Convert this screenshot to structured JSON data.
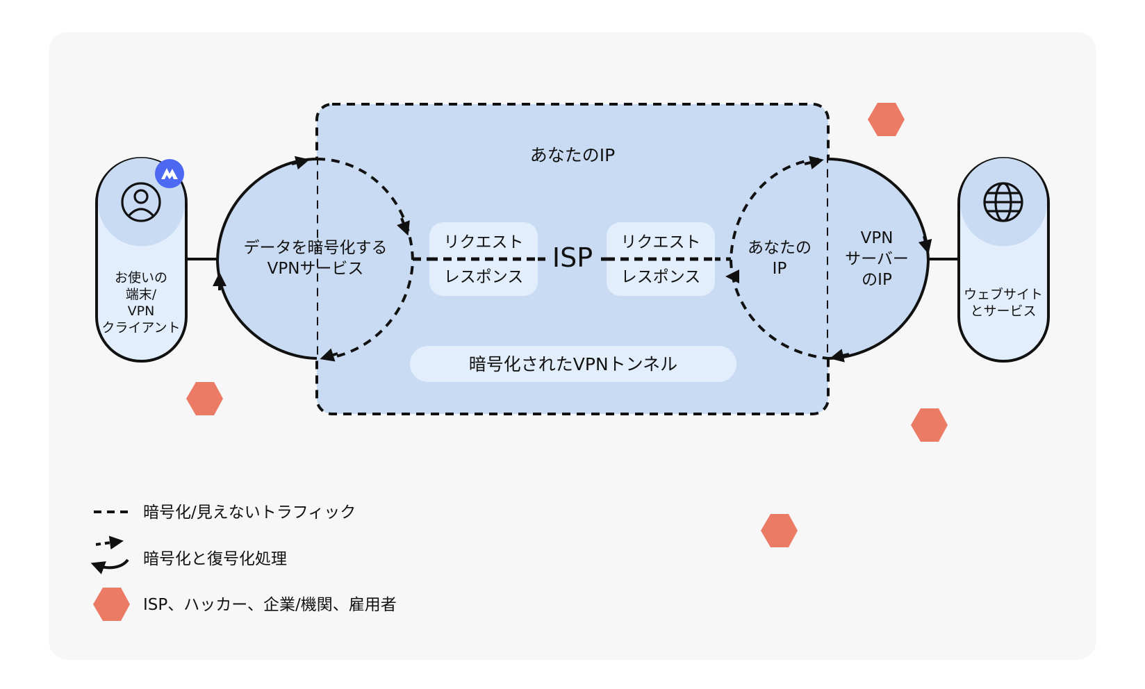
{
  "diagram": {
    "device": {
      "label": [
        "お使いの",
        "端末/",
        "VPN",
        "クライアント"
      ],
      "icon": "user-icon",
      "badge_icon": "vpn-logo-icon"
    },
    "encrypt_service": {
      "label": [
        "データを暗号化する",
        "VPNサービス"
      ]
    },
    "tunnel": {
      "your_ip_label": "あなたのIP",
      "isp_label": "ISP",
      "left_box": {
        "request": "リクエスト",
        "response": "レスポンス"
      },
      "right_box": {
        "request": "リクエスト",
        "response": "レスポンス"
      },
      "tunnel_label": "暗号化されたVPNトンネル"
    },
    "vpn_server": {
      "inner_label": [
        "あなたの",
        "IP"
      ],
      "outer_label": [
        "VPN",
        "サーバー",
        "のIP"
      ]
    },
    "website": {
      "label": [
        "ウェブサイト",
        "とサービス"
      ],
      "icon": "globe-icon"
    }
  },
  "legend": [
    {
      "icon": "dashed-line-icon",
      "label": "暗号化/見えないトラフィック"
    },
    {
      "icon": "cycle-arrows-icon",
      "label": "暗号化と復号化処理"
    },
    {
      "icon": "hexagon-icon",
      "label": "ISP、ハッカー、企業/機関、雇用者"
    }
  ],
  "colors": {
    "background": "#f7f7f7",
    "tunnel_fill": "#c9dbf2",
    "light_fill": "#e3eefc",
    "threat": "#ec7b65",
    "badge": "#4d68f2",
    "stroke": "#111111"
  }
}
